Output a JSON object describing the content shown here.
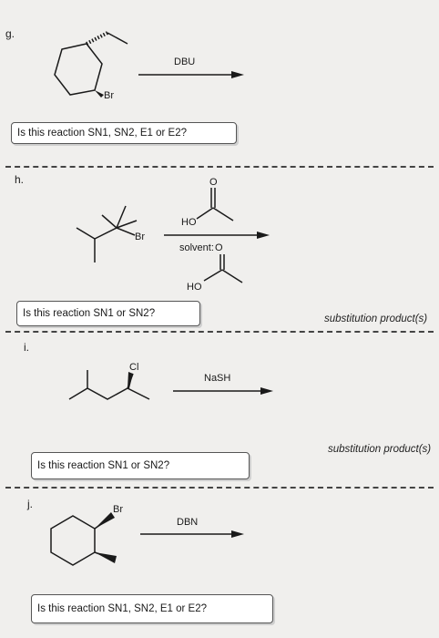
{
  "problems": {
    "g": {
      "label": "g.",
      "substituent": "Br",
      "reagent": "DBU",
      "question": "Is this reaction SN1, SN2, E1 or E2?"
    },
    "h": {
      "label": "h.",
      "substituent": "Br",
      "reagent_label": "HO",
      "solvent_label": "solvent:",
      "solvent_reagent": "HO",
      "oxygen": "O",
      "question": "Is this reaction SN1 or SN2?",
      "product_label": "substitution product(s)"
    },
    "i": {
      "label": "i.",
      "substituent": "Cl",
      "reagent": "NaSH",
      "question": "Is this reaction SN1 or SN2?",
      "product_label": "substitution product(s)"
    },
    "j": {
      "label": "j.",
      "substituent": "Br",
      "reagent": "DBN",
      "question": "Is this reaction SN1, SN2, E1 or E2?"
    }
  }
}
